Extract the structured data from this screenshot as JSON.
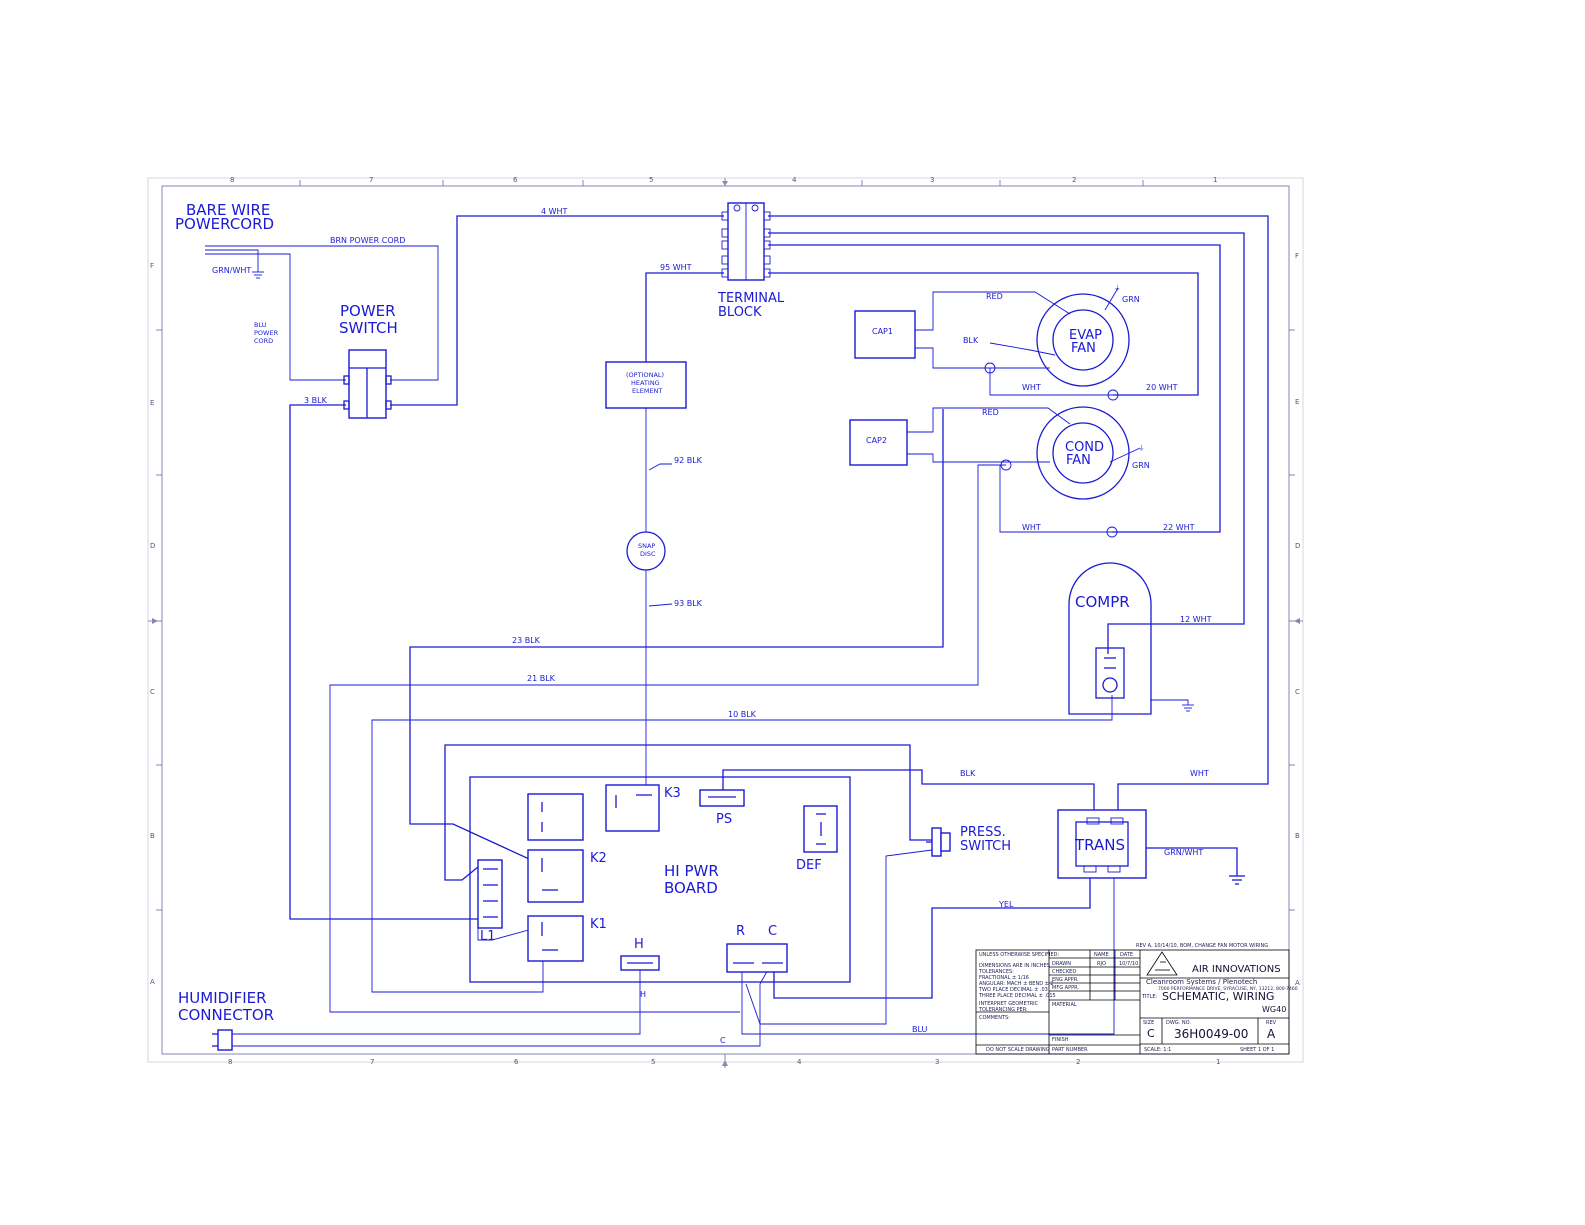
{
  "zones": {
    "top": [
      "8",
      "7",
      "6",
      "5",
      "4",
      "3",
      "2",
      "1"
    ],
    "left": [
      "F",
      "E",
      "D",
      "C",
      "B",
      "A"
    ],
    "right": [
      "F",
      "E",
      "D",
      "C",
      "B",
      "A"
    ]
  },
  "labels": {
    "bare_wire": "BARE WIRE",
    "powercord": "POWERCORD",
    "brn_power_cord": "BRN POWER CORD",
    "grn_wht_cord": "GRN/WHT",
    "blu_line1": "BLU",
    "blu_line2": "POWER",
    "blu_line3": "CORD",
    "power": "POWER",
    "switch": "SWITCH",
    "w3blk": "3 BLK",
    "w4wht": "4 WHT",
    "w95wht": "95 WHT",
    "terminal": "TERMINAL",
    "block": "BLOCK",
    "heat1": "(OPTIONAL)",
    "heat2": "HEATING",
    "heat3": "ELEMENT",
    "w92blk": "92 BLK",
    "snap1": "SNAP",
    "snap2": "DISC",
    "w93blk": "93 BLK",
    "w23blk": "23 BLK",
    "w21blk": "21 BLK",
    "w10blk": "10 BLK",
    "cap1": "CAP1",
    "cap2": "CAP2",
    "red1": "RED",
    "red2": "RED",
    "blk_fan": "BLK",
    "grn1": "GRN",
    "grn2": "GRN",
    "evap1": "EVAP",
    "evap2": "FAN",
    "cond1": "COND",
    "cond2": "FAN",
    "wht1": "WHT",
    "w20wht": "20 WHT",
    "wht2": "WHT",
    "w22wht": "22 WHT",
    "compr": "COMPR",
    "w12wht": "12 WHT",
    "blk_trans": "BLK",
    "wht_trans": "WHT",
    "k3": "K3",
    "ps": "PS",
    "def": "DEF",
    "k2": "K2",
    "k1": "K1",
    "l1": "L1",
    "hipwr1": "HI PWR",
    "hipwr2": "BOARD",
    "h_top": "H",
    "r": "R",
    "c_top": "C",
    "press1": "PRESS.",
    "press2": "SWITCH",
    "trans": "TRANS",
    "grn_wht_trans": "GRN/WHT",
    "yel": "YEL",
    "blu": "BLU",
    "h_bot": "H",
    "c_bot": "C",
    "humid1": "HUMIDIFIER",
    "humid2": "CONNECTOR"
  },
  "title_block": {
    "rev_note": "REV A, 10/14/10, BOM, CHANGE FAN MOTOR WIRING",
    "unless": "UNLESS OTHERWISE SPECIFIED:",
    "name": "NAME",
    "date": "DATE",
    "dims1": "DIMENSIONS ARE IN INCHES",
    "dims2": "TOLERANCES:",
    "dims3": "FRACTIONAL ± 1/16",
    "dims4": "ANGULAR: MACH ± BEND ± 2",
    "dims5": "TWO PLACE DECIMAL ± .03",
    "dims6": "THREE PLACE DECIMAL ± .015",
    "interpret1": "INTERPRET GEOMETRIC",
    "interpret2": "TOLERANCING PER:",
    "comments": "COMMENTS:",
    "drawn": "DRAWN",
    "drawn_by": "RJO",
    "drawn_date": "10/7/10",
    "checked": "CHECKED",
    "eng_appr": "ENG APPR.",
    "mfg_appr": "MFG APPR.",
    "material": "MATERIAL",
    "finish": "FINISH",
    "part_number": "PART NUMBER",
    "do_not_scale": "DO NOT SCALE DRAWING",
    "company": "AIR INNOVATIONS",
    "sub1": "Cleanroom Systems / Plenotech",
    "sub2": "7000 PERFORMANCE DRIVE, SYRACUSE, NY, 13212, 800-7460",
    "title_lbl": "TITLE:",
    "title1": "SCHEMATIC, WIRING",
    "title2": "WG40",
    "size_lbl": "SIZE",
    "size": "C",
    "dwg_lbl": "DWG. NO.",
    "dwg": "36H0049-00",
    "rev_lbl": "REV",
    "rev": "A",
    "scale": "SCALE: 1:1",
    "sheet": "SHEET 1 OF 1"
  }
}
